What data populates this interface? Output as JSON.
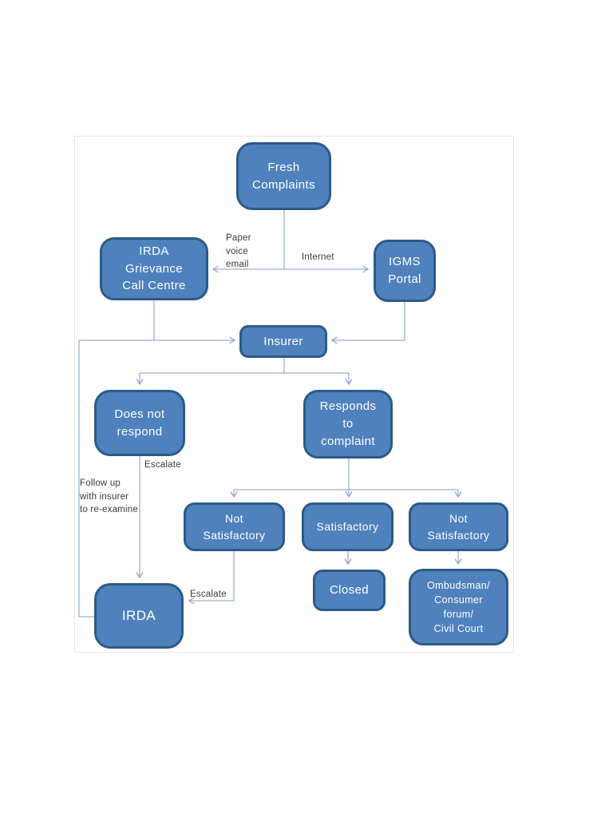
{
  "diagram": {
    "title": "Insurance grievance redressal flowchart",
    "colors": {
      "node_fill": "#4f81bd",
      "node_border": "#2d5a87",
      "node_text": "#ffffff",
      "connector": "#9ab1cf",
      "label_text": "#3b3b3b"
    },
    "nodes": {
      "fresh_complaints": {
        "label": "Fresh\nComplaints"
      },
      "irda_call_centre": {
        "label": "IRDA\nGrievance\nCall Centre"
      },
      "igms_portal": {
        "label": "IGMS\nPortal"
      },
      "insurer": {
        "label": "Insurer"
      },
      "does_not_respond": {
        "label": "Does not\nrespond"
      },
      "responds_to_complaint": {
        "label": "Responds\nto\ncomplaint"
      },
      "not_satisfactory_left": {
        "label": "Not\nSatisfactory"
      },
      "satisfactory": {
        "label": "Satisfactory"
      },
      "not_satisfactory_right": {
        "label": "Not\nSatisfactory"
      },
      "closed": {
        "label": "Closed"
      },
      "ombudsman": {
        "label": "Ombudsman/\nConsumer\nforum/\nCivil Court"
      },
      "irda": {
        "label": "IRDA"
      }
    },
    "edge_labels": {
      "paper_voice_email": "Paper\nvoice\nemail",
      "internet": "Internet",
      "escalate_top": "Escalate",
      "follow_up": "Follow up\nwith insurer\nto re-examine",
      "escalate_bottom": "Escalate"
    }
  }
}
